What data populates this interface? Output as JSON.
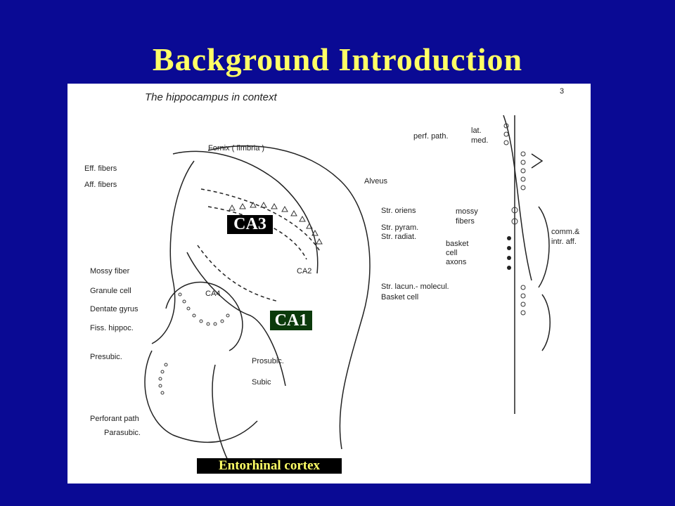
{
  "slide": {
    "title": "Background Introduction"
  },
  "figure": {
    "title": "The hippocampus in context",
    "page_number": "3",
    "labels": {
      "fornix": "Fornix ( fimbria )",
      "eff_fibers": "Eff. fibers",
      "aff_fibers": "Aff. fibers",
      "alveus": "Alveus",
      "str_oriens": "Str. oriens",
      "str_pyram": "Str. pyram.",
      "str_radiat": "Str. radiat.",
      "mossy_fiber": "Mossy fiber",
      "granule_cell": "Granule cell",
      "dentate_gyrus": "Dentate gyrus",
      "fiss_hippoc": "Fiss. hippoc.",
      "presubic": "Presubic.",
      "perforant_path": "Perforant path",
      "parasubic": "Parasubic.",
      "str_lacun": "Str. lacun.- molecul.",
      "basket_cell": "Basket cell",
      "prosubic": "Prosubic.",
      "subic": "Subic",
      "ca2": "CA2",
      "ca4": "CA4",
      "perf_path": "perf. path.",
      "lat": "lat.",
      "med": "med.",
      "mossy": "mossy",
      "fibers": "fibers",
      "basket": "basket",
      "cell": "cell",
      "axons": "axons",
      "comm": "comm.&",
      "intr_aff": "intr. aff."
    }
  },
  "overlay_labels": {
    "ca3": "CA3",
    "ca1": "CA1",
    "entorhinal": "Entorhinal cortex"
  }
}
